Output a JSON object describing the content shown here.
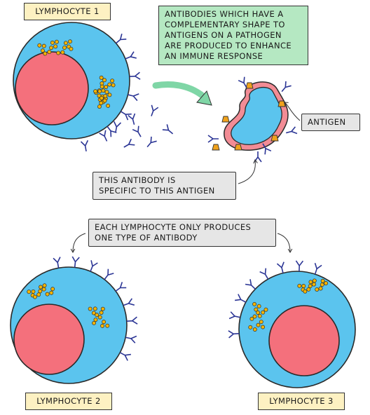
{
  "colors": {
    "cell_fill": "#5bc4ee",
    "cell_outline": "#2a2a2a",
    "nucleus_fill": "#f4707c",
    "granule_fill": "#f4b400",
    "antibody": "#2b3595",
    "antigen": "#f0a21c",
    "pathogen_membrane": "#f28c95",
    "arrow_green": "#7fd6a6",
    "label_yellow": "#fdf1c2",
    "label_green": "#b5e8c2",
    "label_grey": "#e6e6e6"
  },
  "labels": {
    "lymphocyte_1": "LYMPHOCYTE 1",
    "lymphocyte_2": "LYMPHOCYTE 2",
    "lymphocyte_3": "LYMPHOCYTE 3",
    "antibodies_note": "ANTIBODIES WHICH HAVE A\nCOMPLEMENTARY SHAPE TO\nANTIGENS ON A PATHOGEN\nARE PRODUCED TO ENHANCE\nAN IMMUNE RESPONSE",
    "antigen": "ANTIGEN",
    "specific_note": "THIS ANTIBODY IS\nSPECIFIC TO THIS ANTIGEN",
    "each_note": "EACH LYMPHOCYTE ONLY PRODUCES\nONE TYPE OF ANTIBODY"
  }
}
